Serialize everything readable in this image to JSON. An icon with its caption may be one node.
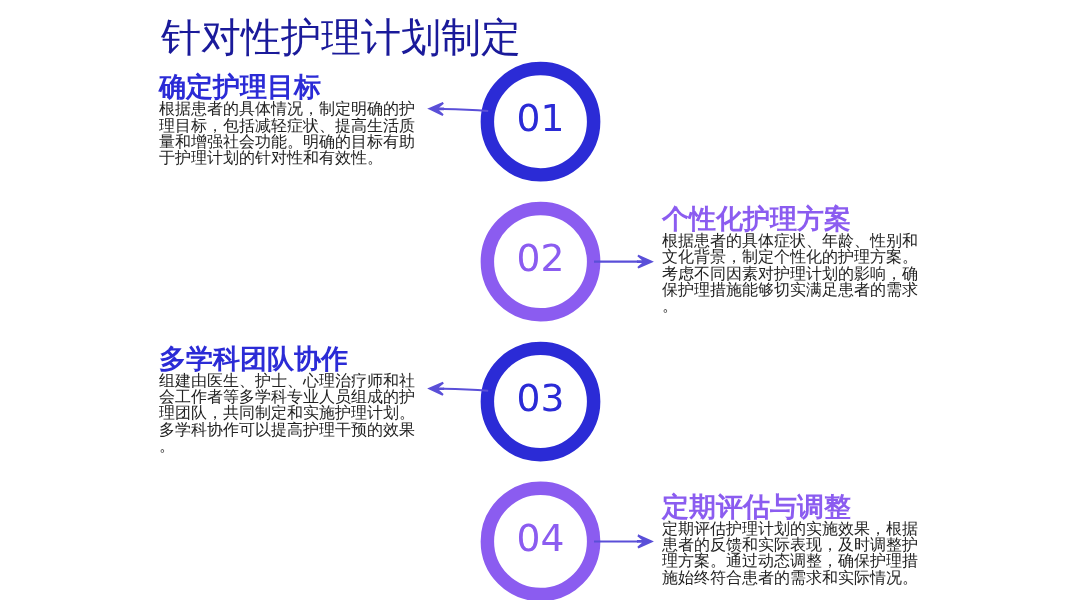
{
  "diagram": {
    "title": "针对性护理计划制定",
    "nodes": [
      {
        "text": [
          "01"
        ]
      },
      {
        "text": [
          "确定护理目标",
          "根据患者的具体情况，制定明确的护理目标，包括减轻症状、提高生活质量和增强社会功能。明确的目标有助于护理计划的针对性和有效性。"
        ]
      },
      {
        "text": [
          "02"
        ]
      },
      {
        "text": [
          "个性化护理方案",
          "根据患者的具体症状、年龄、性别和文化背景，制定个性化的护理方案。考虑不同因素对护理计划的影响，确保护理措施能够切实满足患者的需求。"
        ]
      },
      {
        "text": [
          "03"
        ]
      },
      {
        "text": [
          "多学科团队协作",
          "组建由医生、护士、心理治疗师和社会工作者等多学科专业人员组成的护理团队，共同制定和实施护理计划。多学科协作可以提高护理干预的效果。"
        ]
      },
      {
        "text": [
          "04"
        ]
      },
      {
        "text": [
          "定期评估与调整",
          "定期评估护理计划的实施效果，根据患者的反馈和实际表现，及时调整护理方案。通过动态调整，确保护理措施始终符合患者的需求和实际情况。"
        ]
      }
    ],
    "edges": [
      {
        "from": 0,
        "to": 1,
        "arrow": "to"
      },
      {
        "from": 2,
        "to": 3,
        "arrow": "to"
      },
      {
        "from": 4,
        "to": 5,
        "arrow": "to"
      },
      {
        "from": 6,
        "to": 7,
        "arrow": "to"
      }
    ]
  }
}
